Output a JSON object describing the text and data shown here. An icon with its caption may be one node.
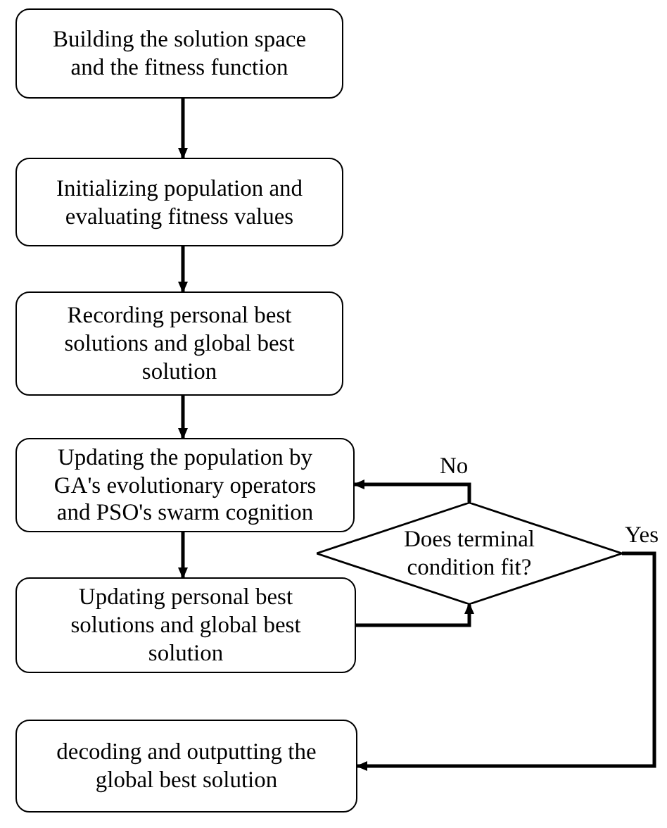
{
  "diagram": {
    "nodes": [
      {
        "text": [
          "Building the solution space and the fitness function"
        ]
      },
      {
        "text": [
          "Initializing population and evaluating fitness values"
        ]
      },
      {
        "text": [
          "Recording personal best solutions and global best solution"
        ]
      },
      {
        "text": [
          "Updating the population by GA's evolutionary operators and PSO's swarm cognition"
        ]
      },
      {
        "text": [
          "Does terminal condition fit?"
        ]
      },
      {
        "text": [
          "Updating personal best solutions and global best solution"
        ]
      },
      {
        "text": [
          "decoding and outputting the global best solution"
        ]
      }
    ],
    "edges": [
      {
        "from": 0,
        "to": 1,
        "arrow": "to"
      },
      {
        "from": 1,
        "to": 2,
        "arrow": "to"
      },
      {
        "from": 2,
        "to": 3,
        "arrow": "to"
      },
      {
        "from": 3,
        "to": 5,
        "arrow": "to"
      },
      {
        "from": 5,
        "to": 4,
        "arrow": "to"
      },
      {
        "from": 4,
        "to": 3,
        "arrow": "to",
        "label": "No"
      },
      {
        "from": 4,
        "to": 6,
        "arrow": "to",
        "label": "Yes"
      }
    ]
  }
}
